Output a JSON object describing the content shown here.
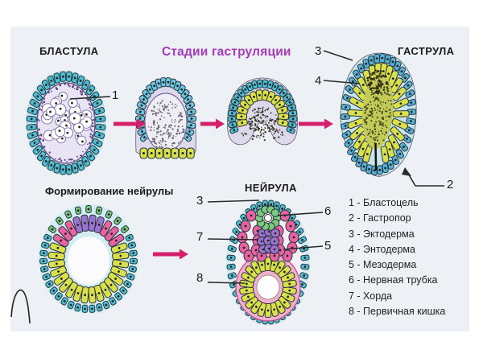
{
  "titles": {
    "main": "Стадии гаструляции",
    "blastula": "БЛАСТУЛА",
    "gastrula": "ГАСТРУЛА",
    "neurula": "НЕЙРУЛА",
    "neurula_formation": "Формирование нейрулы"
  },
  "legend": {
    "items": [
      {
        "text": "1 - Бластоцель"
      },
      {
        "text": "2 - Гастропор"
      },
      {
        "text": "3 - Эктодерма"
      },
      {
        "text": "4 - Энтодерма"
      },
      {
        "text": "5 - Мезодерма"
      },
      {
        "text": "6 - Нервная трубка"
      },
      {
        "text": "7 - Хорда"
      },
      {
        "text": "8 - Первичная кишка"
      }
    ]
  },
  "callouts": {
    "blastocoel": "1",
    "gastropore": "2",
    "ectoderm_gastrula": "3",
    "entoderm_gastrula": "4",
    "ectoderm_neurula": "3",
    "mesoderm": "5",
    "neural_tube": "6",
    "chorda": "7",
    "primary_gut": "8"
  },
  "colors": {
    "title_accent": "#a43ab8",
    "arrow": "#d4206a",
    "ectoderm_cyan": "#4cc0d4",
    "ectoderm_blue": "#58b2d8",
    "entoderm_yellow": "#d9e04b",
    "mesoderm_pink": "#e863a2",
    "neural_green": "#7cc87e",
    "chorda_purple": "#9b72d0",
    "panel_bg": "#edf0f5",
    "text": "#1b1b1b"
  }
}
